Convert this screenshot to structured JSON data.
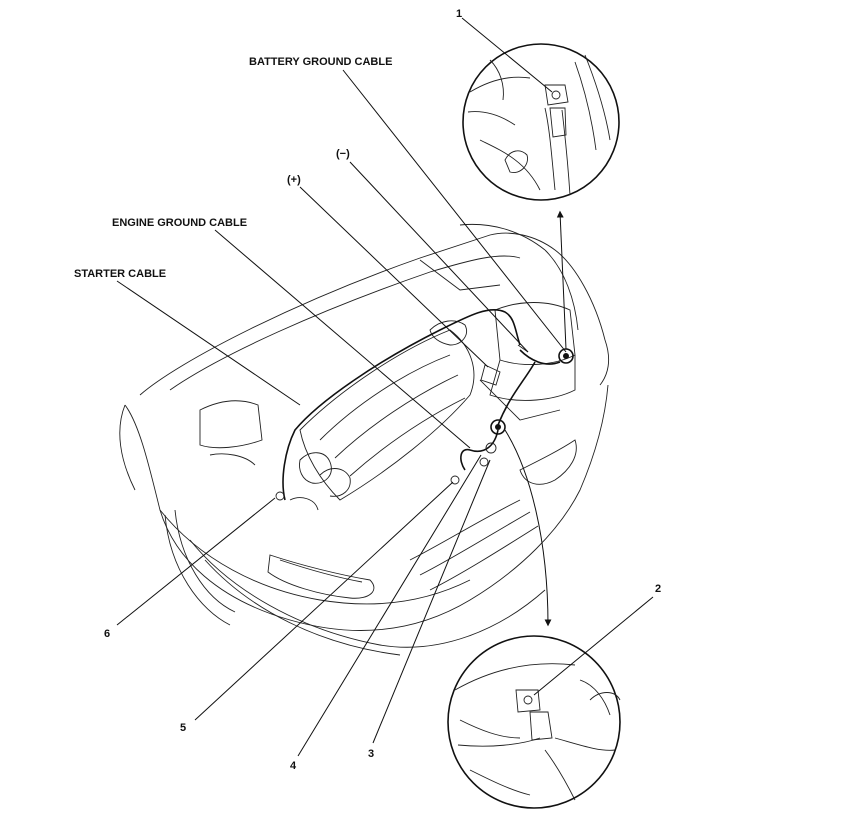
{
  "labels": {
    "battery_ground_cable": "BATTERY GROUND CABLE",
    "negative": "(−)",
    "positive": "(+)",
    "engine_ground_cable": "ENGINE GROUND CABLE",
    "starter_cable": "STARTER CABLE"
  },
  "callouts": [
    "1",
    "2",
    "3",
    "4",
    "5",
    "6"
  ]
}
